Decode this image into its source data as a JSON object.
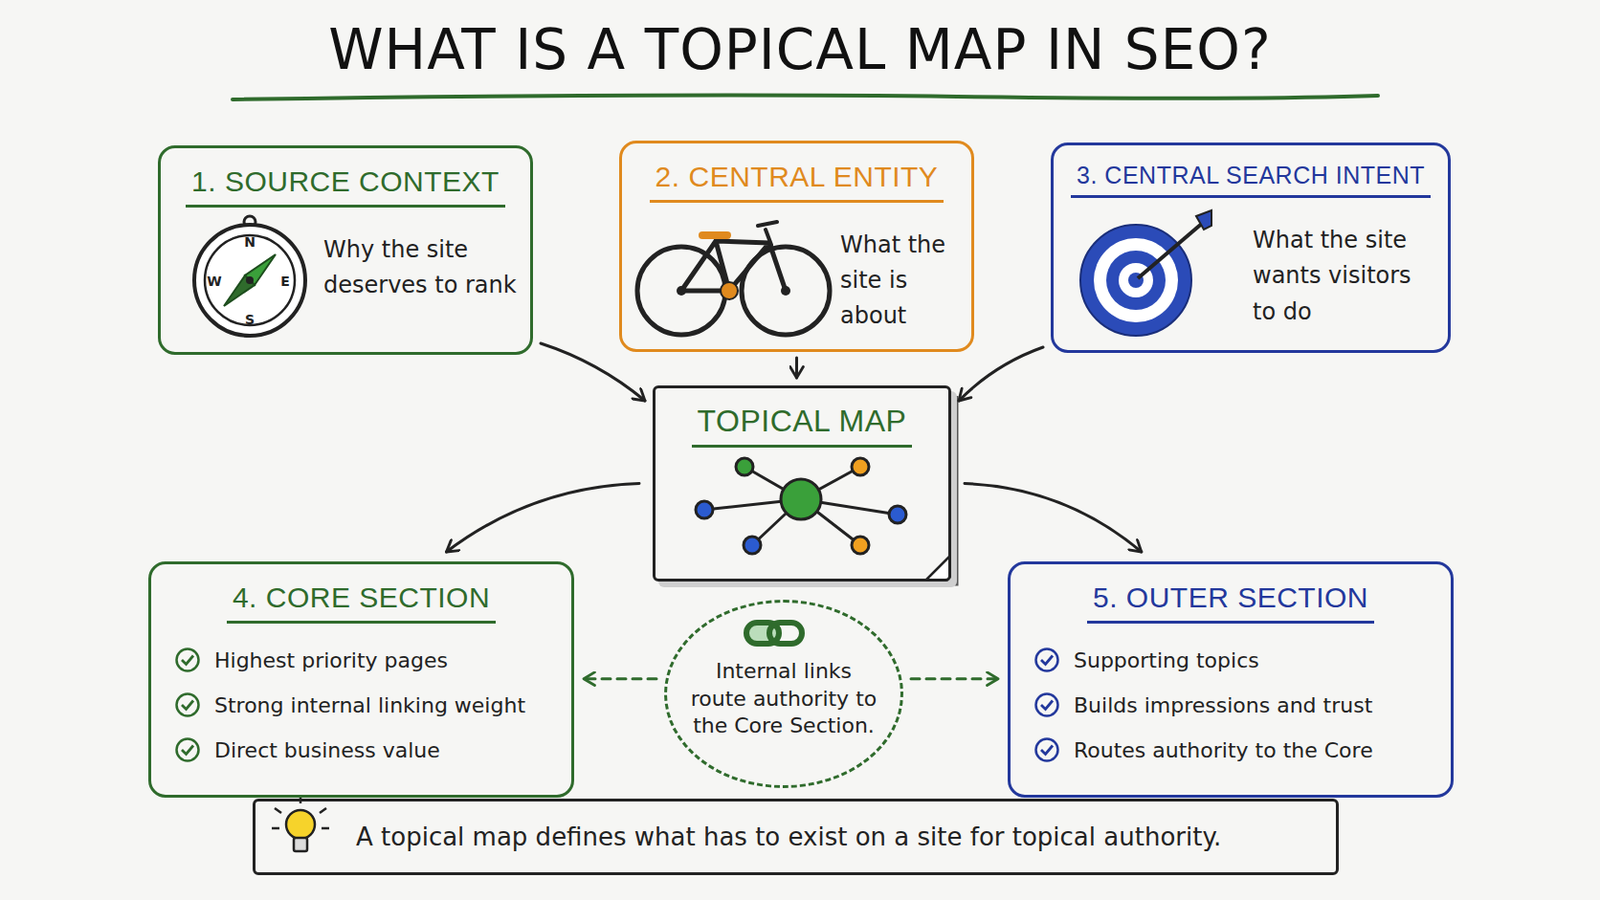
{
  "diagram": {
    "title": "WHAT IS A TOPICAL MAP IN SEO?",
    "nodes": [
      {
        "text": [
          "1. SOURCE CONTEXT",
          "Why the site deserves to rank"
        ]
      },
      {
        "text": [
          "2. CENTRAL ENTITY",
          "What the site is about"
        ]
      },
      {
        "text": [
          "3. CENTRAL SEARCH INTENT",
          "What the site wants visitors to do"
        ]
      },
      {
        "text": [
          "TOPICAL MAP"
        ]
      },
      {
        "text": [
          "4. CORE SECTION",
          "Highest priority pages",
          "Strong internal linking weight",
          "Direct business value"
        ]
      },
      {
        "text": [
          "Internal links route authority to the Core Section."
        ]
      },
      {
        "text": [
          "5. OUTER SECTION",
          "Supporting topics",
          "Builds impressions and trust",
          "Routes authority to the Core"
        ]
      },
      {
        "text": [
          "A topical map defines what has to exist on a site for topical authority."
        ]
      }
    ],
    "edges": [
      {
        "from": 0,
        "to": 3,
        "arrow": "to"
      },
      {
        "from": 1,
        "to": 3,
        "arrow": "to"
      },
      {
        "from": 2,
        "to": 3,
        "arrow": "to"
      },
      {
        "from": 3,
        "to": 4,
        "arrow": "to"
      },
      {
        "from": 3,
        "to": 6,
        "arrow": "to"
      },
      {
        "from": 5,
        "to": 4,
        "arrow": "to"
      },
      {
        "from": 5,
        "to": 6,
        "arrow": "to"
      }
    ],
    "labels": [
      "N",
      "E",
      "S",
      "W"
    ]
  }
}
